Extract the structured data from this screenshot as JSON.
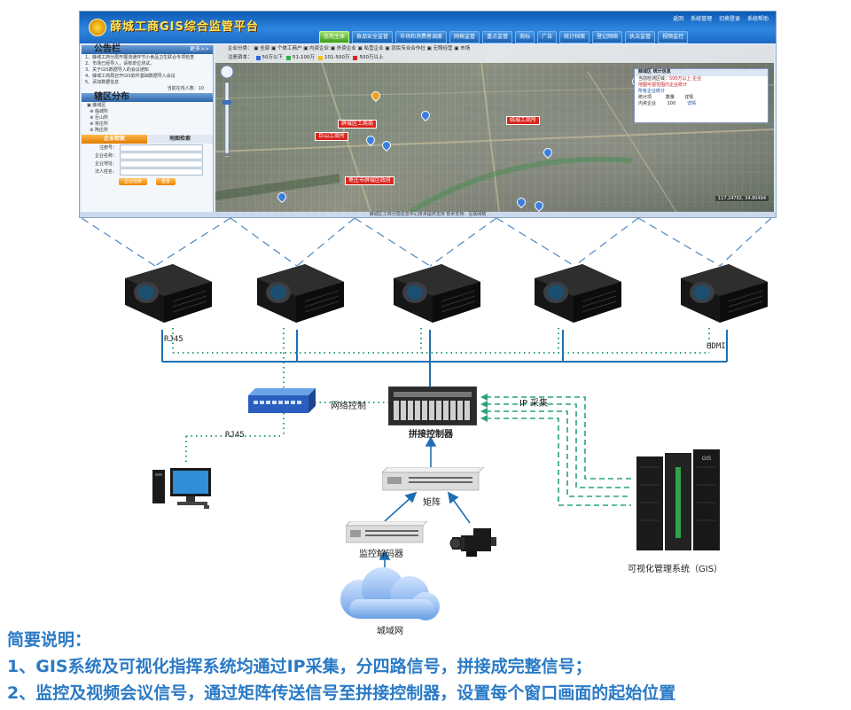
{
  "gis": {
    "title": "薛城工商GIS综合监管平台",
    "top_links": [
      "返回",
      "系统管理",
      "切换登录",
      "系统帮助"
    ],
    "nav_tabs": [
      "信用主体",
      "食品安全监管",
      "市场和消费者调度",
      "网格监管",
      "重点监管",
      "商标",
      "广告",
      "统计档案",
      "登记网络",
      "执法监管",
      "视频监控"
    ],
    "notice": {
      "title": "公告栏",
      "more": "更多>>",
      "items": [
        "1、薛城工商分局开展流通环节小食品卫生联合专项检查",
        "2、市场已经导入，请核单位测试。",
        "3、关于GIS数据导入的会议通知",
        "4、薛城工商局召开GIS软件基础数据导入会议",
        "5、添加数据信息"
      ],
      "online": "当前在线人数：10"
    },
    "district": {
      "title": "辖区分布",
      "root": "薛城区",
      "children": [
        "临城所",
        "巨山所",
        "常庄所",
        "陶庄所"
      ]
    },
    "search": {
      "tab_enterprise": "企业检索",
      "tab_map": "地图检索",
      "fields": [
        "注册号：",
        "企业名称：",
        "企业地址：",
        "法人姓名："
      ],
      "btn_search": "企业检索",
      "btn_reset": "重置"
    },
    "filter": {
      "label": "企业分类：",
      "options": [
        "全部",
        "个体工商户",
        "内资企业",
        "外资企业",
        "私营企业",
        "农民专业合作社",
        "无照经营",
        "市场"
      ],
      "legend_label": "注册资本：",
      "legend": [
        {
          "label": "50万以下",
          "color": "#2d6ad6"
        },
        {
          "label": "51-100万",
          "color": "#2fb043"
        },
        {
          "label": "101-500万",
          "color": "#f0c21a"
        },
        {
          "label": "500万以上",
          "color": "#d8261d"
        }
      ]
    },
    "map_labels": [
      "薛城区工商局",
      "临城工商所",
      "巨山工商所",
      "枣庄市薛城区政府"
    ],
    "stat": {
      "title": "薛城区 统计信息",
      "line1a": "当前检测区域：",
      "line1b": "500万以上 企业",
      "line2": "地图可视范围内企业统计",
      "line3": "所有企业统计",
      "col1": "统计项",
      "col2": "数量",
      "col3": "详情",
      "row_name": "内资企业",
      "row_count": "100",
      "row_detail": "详情"
    },
    "coord": "117.24792, 34.80494",
    "footer": "薛城区工商分局信息中心技术提供支持        技术支持：互联网络"
  },
  "diagram": {
    "rj45_top": "RJ45",
    "hdmi": "HDMI",
    "network_control": "网络控制",
    "splice_controller": "拼接控制器",
    "rj45_pc": "RJ45",
    "ip_capture": "IP 采集",
    "matrix": "矩阵",
    "monitor_decoder": "监控解码器",
    "gis_system": "可视化管理系统（GIS）",
    "metro_net": "城域网",
    "server_badge": "GIS"
  },
  "description": {
    "heading": "简要说明：",
    "line1": "1、GIS系统及可视化指挥系统均通过IP采集，分四路信号，拼接成完整信号；",
    "line2": "2、监控及视频会议信号，通过矩阵传送信号至拼接控制器，设置每个窗口画面的起始位置"
  },
  "colors": {
    "cable_blue": "#1f6fb2",
    "cable_dotted": "#2aa37a",
    "dashed": "#5a8fc6",
    "description": "#2a7ac5"
  }
}
